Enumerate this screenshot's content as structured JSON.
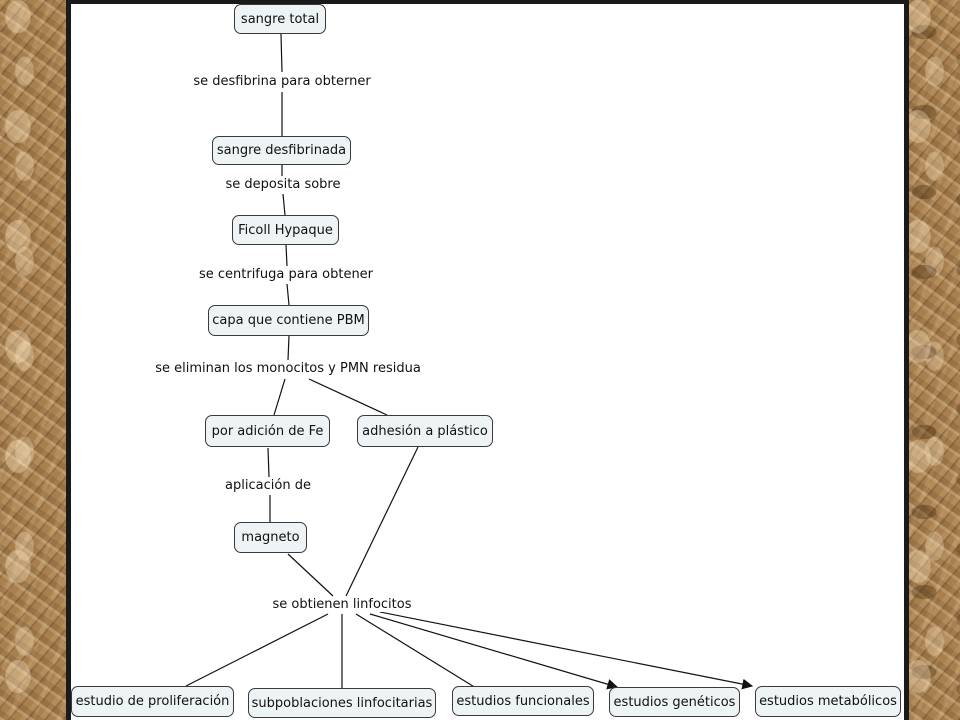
{
  "concepts": {
    "sangre_total": "sangre total",
    "sangre_desfibrinada": "sangre desfibrinada",
    "ficoll": "Ficoll Hypaque",
    "capa_pbm": "capa que contiene PBM",
    "adicion_fe": "por adición de Fe",
    "adhesion": "adhesión a plástico",
    "magneto": "magneto",
    "proliferacion": "estudio de proliferación",
    "subpoblaciones": "subpoblaciones linfocitarias",
    "funcionales": "estudios funcionales",
    "geneticos": "estudios genéticos",
    "metabolicos": "estudios metabólicos"
  },
  "links": {
    "desfibrina": "se desfibrina para obterner",
    "deposita": "se deposita sobre",
    "centrifuga": "se centrifuga para obtener",
    "eliminan": "se eliminan los monocitos y PMN residua",
    "aplicacion": "aplicación de",
    "obtienen": "se obtienen linfocitos"
  },
  "colors": {
    "node_fill": "#eef3f5",
    "node_border": "#3a3a3a",
    "line": "#111111",
    "frame": "#1a1a1a",
    "background_texture": "#a8804f"
  }
}
